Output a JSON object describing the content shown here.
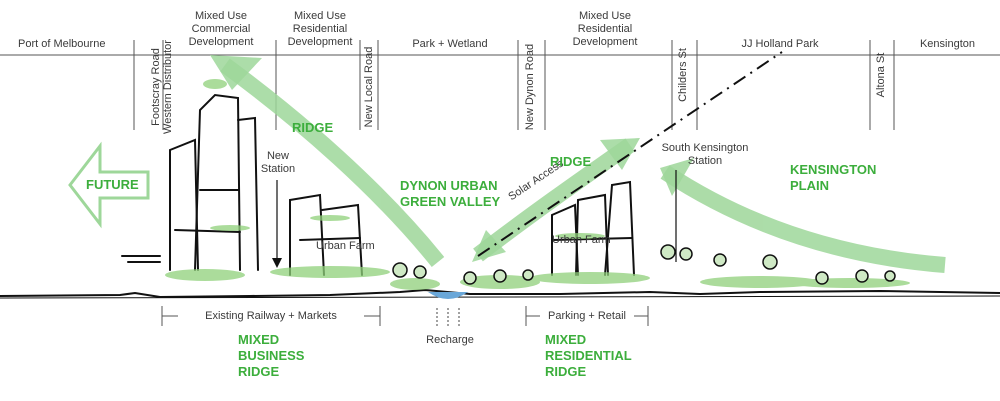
{
  "top_labels": {
    "port": "Port of Melbourne",
    "mixed_use_commercial": "Mixed Use\nCommercial\nDevelopment",
    "mixed_use_residential_left": "Mixed Use\nResidential\nDevelopment",
    "park_wetland": "Park + Wetland",
    "mixed_use_residential_right": "Mixed Use\nResidential\nDevelopment",
    "jj_holland_park": "JJ Holland Park",
    "kensington": "Kensington"
  },
  "vertical_labels": {
    "footscray": "Footscray Road\nWestern Distributor",
    "new_local_road": "New Local Road",
    "new_dynon_road": "New Dynon Road",
    "childers_st": "Childers St",
    "altona_st": "Altona St"
  },
  "annotations": {
    "new_station": "New\nStation",
    "urban_farm_left": "Urban Farm",
    "urban_farm_right": "Urban Farm",
    "solar_access": "Solar Access",
    "south_kensington_station": "South Kensington\nStation",
    "recharge": "Recharge"
  },
  "green_labels": {
    "future": "FUTURE",
    "ridge_left": "RIDGE",
    "ridge_right": "RIDGE",
    "dynon_valley": "DYNON URBAN\nGREEN VALLEY",
    "kensington_plain": "KENSINGTON\nPLAIN",
    "mixed_business_ridge": "MIXED\nBUSINESS\nRIDGE",
    "mixed_residential_ridge": "MIXED\nRESIDENTIAL\nRIDGE"
  },
  "dimension_labels": {
    "existing_railway": "Existing Railway + Markets",
    "parking_retail": "Parking + Retail"
  },
  "colors": {
    "accent_green": "#3cae3c",
    "arrow_green": "#9ed79a",
    "vegetation": "#7fc86a",
    "water": "#6aa7d8",
    "ink": "#222222"
  }
}
